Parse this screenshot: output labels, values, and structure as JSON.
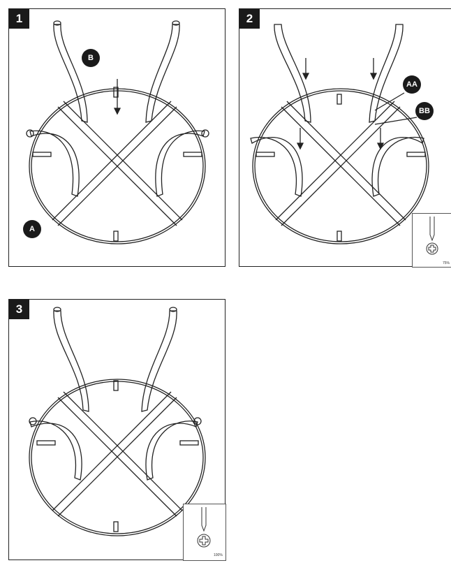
{
  "panels": [
    {
      "step": "1",
      "callouts": {
        "a": "A",
        "b": "B"
      }
    },
    {
      "step": "2",
      "callouts": {
        "aa": "AA",
        "bb": "BB"
      },
      "inset_scale": "75%"
    },
    {
      "step": "3",
      "inset_scale": "100%"
    }
  ]
}
